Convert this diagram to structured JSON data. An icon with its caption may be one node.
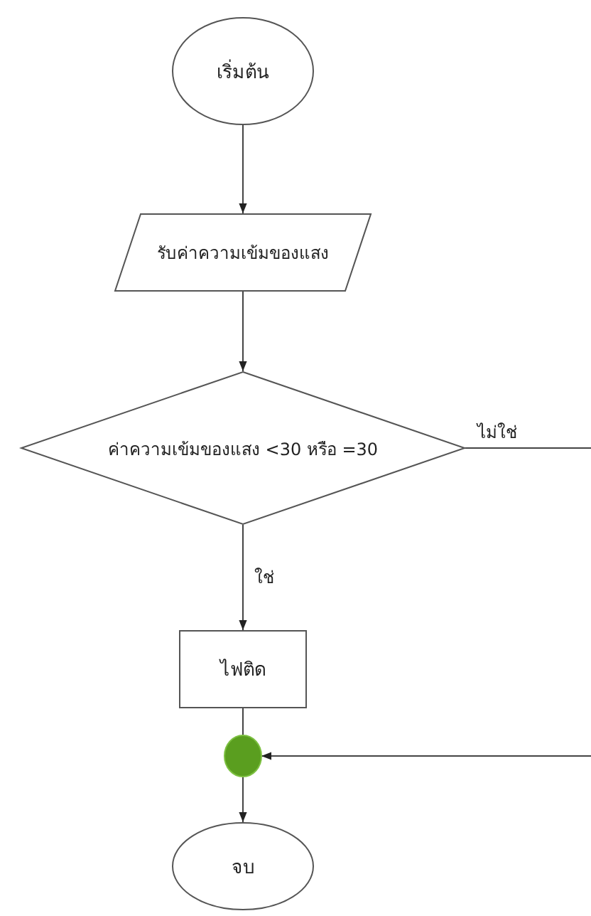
{
  "diagram": {
    "nodes": [
      {
        "text": [
          "เริ่มต้น"
        ]
      },
      {
        "text": [
          "รับค่าความเข้มของแสง"
        ]
      },
      {
        "text": [
          "ค่าความเข้มของแสง <30 หรือ =30"
        ]
      },
      {
        "text": [
          "ไฟติด"
        ]
      },
      {
        "text": [],
        "shape": "circle"
      },
      {
        "text": [
          "จบ"
        ]
      }
    ],
    "edges": [
      {
        "from": 0,
        "to": 1,
        "arrow": "to"
      },
      {
        "from": 1,
        "to": 2,
        "arrow": "to"
      },
      {
        "from": 2,
        "to": 3,
        "arrow": "to",
        "label": "ใช่"
      },
      {
        "from": 2,
        "to": 4,
        "arrow": "to",
        "label": "ไม่ใช่"
      },
      {
        "from": 3,
        "to": 4,
        "arrow": "none"
      },
      {
        "from": 4,
        "to": 5,
        "arrow": "to"
      }
    ]
  }
}
